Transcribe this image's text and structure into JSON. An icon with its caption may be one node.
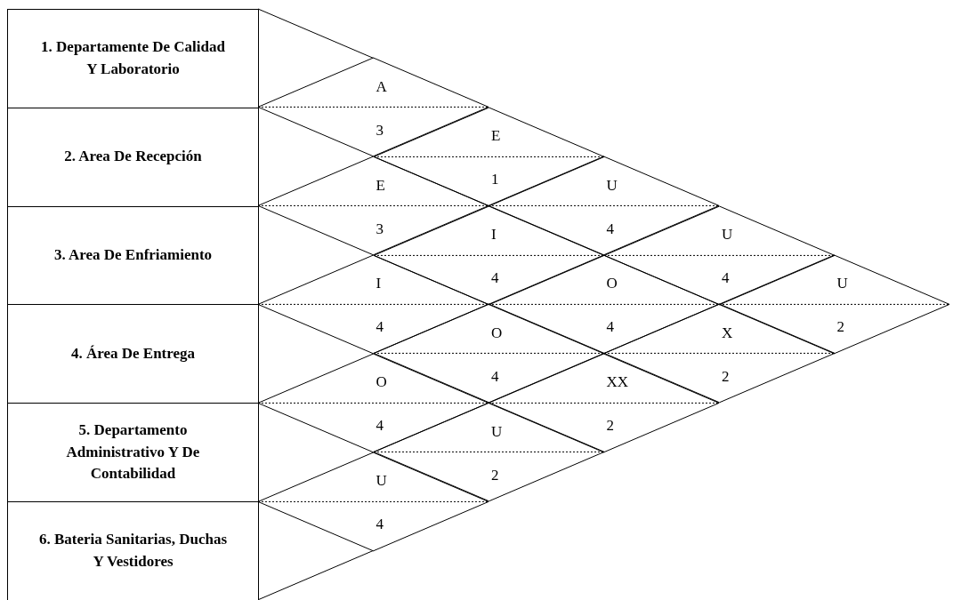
{
  "diagram": {
    "nodes": [
      {
        "text": [
          "1. Departamente De Calidad Y Laboratorio"
        ]
      },
      {
        "text": [
          "2. Area De Recepción"
        ]
      },
      {
        "text": [
          "3. Area De Enfriamiento"
        ]
      },
      {
        "text": [
          "4. Área De Entrega"
        ]
      },
      {
        "text": [
          "5. Departamento Administrativo Y De Contabilidad"
        ]
      },
      {
        "text": [
          "6. Bateria Sanitarias, Duchas Y Vestidores"
        ]
      },
      {
        "text": [
          "A",
          "3"
        ]
      },
      {
        "text": [
          "E",
          "1"
        ]
      },
      {
        "text": [
          "E",
          "3"
        ]
      },
      {
        "text": [
          "U",
          "4"
        ]
      },
      {
        "text": [
          "I",
          "4"
        ]
      },
      {
        "text": [
          "U",
          "4"
        ]
      },
      {
        "text": [
          "I",
          "4"
        ]
      },
      {
        "text": [
          "O",
          "4"
        ]
      },
      {
        "text": [
          "U",
          "2"
        ]
      },
      {
        "text": [
          "O",
          "4"
        ]
      },
      {
        "text": [
          "X",
          "2"
        ]
      },
      {
        "text": [
          "O",
          "4"
        ]
      },
      {
        "text": [
          "XX",
          "2"
        ]
      },
      {
        "text": [
          "U",
          "2"
        ]
      },
      {
        "text": [
          "U",
          "4"
        ]
      }
    ]
  }
}
